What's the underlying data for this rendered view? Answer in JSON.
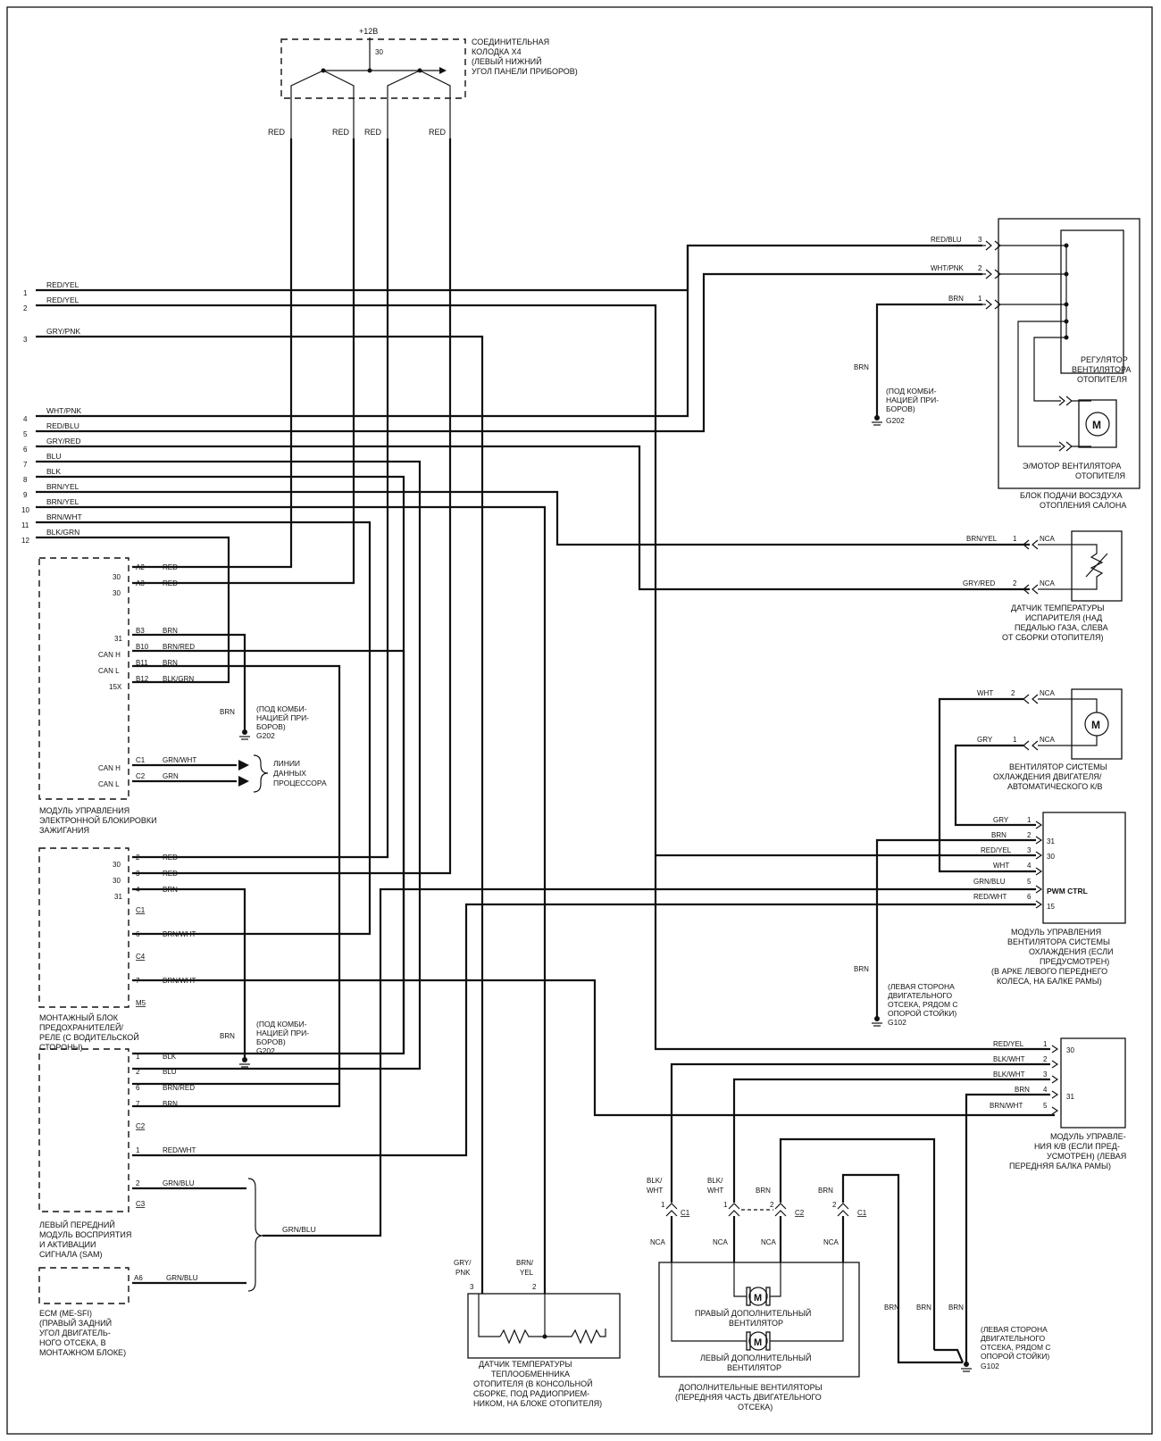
{
  "voltage": "+12B",
  "terminal_30": "30",
  "x4_connector": [
    "СОЕДИНИТЕЛЬНАЯ",
    "КОЛОДКА X4",
    "(ЛЕВЫЙ НИЖНИЙ",
    "УГОЛ ПАНЕЛИ ПРИБОРОВ)"
  ],
  "red": "RED",
  "left_wires": [
    {
      "num": "1",
      "color": "RED/YEL"
    },
    {
      "num": "2",
      "color": "RED/YEL"
    },
    {
      "num": "3",
      "color": "GRY/PNK"
    },
    {
      "num": "4",
      "color": "WHT/PNK"
    },
    {
      "num": "5",
      "color": "RED/BLU"
    },
    {
      "num": "6",
      "color": "GRY/RED"
    },
    {
      "num": "7",
      "color": "BLU"
    },
    {
      "num": "8",
      "color": "BLK"
    },
    {
      "num": "9",
      "color": "BRN/YEL"
    },
    {
      "num": "10",
      "color": "BRN/YEL"
    },
    {
      "num": "11",
      "color": "BRN/WHT"
    },
    {
      "num": "12",
      "color": "BLK/GRN"
    }
  ],
  "ign_module": {
    "pins": [
      {
        "term": "30",
        "pin": "A2",
        "wire": "RED"
      },
      {
        "term": "30",
        "pin": "A3",
        "wire": "RED"
      },
      {
        "term": "31",
        "pin": "B3",
        "wire": "BRN"
      },
      {
        "term": "CAN H",
        "pin": "B10",
        "wire": "BRN/RED"
      },
      {
        "term": "CAN L",
        "pin": "B11",
        "wire": "BRN"
      },
      {
        "term": "15X",
        "pin": "B12",
        "wire": "BLK/GRN"
      }
    ],
    "can_pins": [
      {
        "term": "CAN H",
        "pin": "C1",
        "wire": "GRN/WHT"
      },
      {
        "term": "CAN L",
        "pin": "C2",
        "wire": "GRN"
      }
    ],
    "data_lines": [
      "ЛИНИИ",
      "ДАННЫХ",
      "ПРОЦЕССОРА"
    ],
    "label": [
      "МОДУЛЬ УПРАВЛЕНИЯ",
      "ЭЛЕКТРОННОЙ БЛОКИРОВКИ",
      "ЗАЖИГАНИЯ"
    ]
  },
  "ground_g202": {
    "wire": "BRN",
    "lines": [
      "(ПОД КОМБИ-",
      "НАЦИЕЙ ПРИ-",
      "БОРОВ)",
      "G202"
    ]
  },
  "fuse_box": {
    "pins": [
      {
        "term": "30",
        "pin": "2",
        "wire": "RED"
      },
      {
        "term": "30",
        "pin": "3",
        "wire": "RED"
      },
      {
        "term": "31",
        "pin": "4",
        "wire": "BRN"
      },
      {
        "term": "",
        "pin": "6",
        "wire": "BRN/WHT"
      },
      {
        "term": "",
        "pin": "7",
        "wire": "BRN/WHT"
      }
    ],
    "connectors": [
      "C1",
      "C4",
      "M5"
    ],
    "label": [
      "МОНТАЖНЫЙ БЛОК",
      "ПРЕДОХРАНИТЕЛЕЙ/",
      "РЕЛЕ (С ВОДИТЕЛЬСКОЙ",
      "СТОРОНЫ)"
    ]
  },
  "sam": {
    "pins": [
      {
        "pin": "1",
        "wire": "BLK"
      },
      {
        "pin": "2",
        "wire": "BLU"
      },
      {
        "pin": "6",
        "wire": "BRN/RED"
      },
      {
        "pin": "7",
        "wire": "BRN"
      },
      {
        "pin": "1",
        "wire": "RED/WHT"
      },
      {
        "pin": "2",
        "wire": "GRN/BLU"
      }
    ],
    "connectors": [
      "C2",
      "C3"
    ],
    "label": [
      "ЛЕВЫЙ ПЕРЕДНИЙ",
      "МОДУЛЬ ВОСПРИЯТИЯ",
      "И АКТИВАЦИИ",
      "СИГНАЛА (SAM)"
    ]
  },
  "grn_blu": "GRN/BLU",
  "ecm": {
    "pin": "A6",
    "wire": "GRN/BLU",
    "label": [
      "ECM (ME-SFI)",
      "(ПРАВЫЙ ЗАДНИЙ",
      "УГОЛ ДВИГАТЕЛЬ-",
      "НОГО ОТСЕКА, В",
      "МОНТАЖНОМ БЛОКЕ)"
    ]
  },
  "heater_temp_sensor": {
    "wires": [
      {
        "top": "GRY/",
        "bottom": "PNK",
        "pin": "3"
      },
      {
        "top": "BRN/",
        "bottom": "YEL",
        "pin": "2"
      }
    ],
    "label": [
      "ДАТЧИК ТЕМПЕРАТУРЫ",
      "ТЕПЛООБМЕННИКА",
      "ОТОПИТЕЛЯ (В КОНСОЛЬНОЙ",
      "СБОРКЕ, ПОД РАДИОПРИЕМ-",
      "НИКОМ, НА БЛОКЕ ОТОПИТЕЛЯ)"
    ]
  },
  "blower": {
    "pins": [
      {
        "wire": "RED/BLU",
        "pin": "3"
      },
      {
        "wire": "WHT/PNK",
        "pin": "2"
      },
      {
        "wire": "BRN",
        "pin": "1"
      }
    ],
    "regulator": [
      "РЕГУЛЯТОР",
      "ВЕНТИЛЯТОРА",
      "ОТОПИТЕЛЯ"
    ],
    "motor": [
      "Э/МОТОР ВЕНТИЛЯТОРА",
      "ОТОПИТЕЛЯ"
    ],
    "label": [
      "БЛОК ПОДАЧИ ВОСЗДУХА",
      "ОТОПЛЕНИЯ САЛОНА"
    ]
  },
  "evap_sensor": {
    "pins": [
      {
        "wire": "BRN/YEL",
        "pin": "1",
        "nca": "NCA"
      },
      {
        "wire": "GRY/RED",
        "pin": "2",
        "nca": "NCA"
      }
    ],
    "label": [
      "ДАТЧИК ТЕМПЕРАТУРЫ",
      "ИСПАРИТЕЛЯ (НАД",
      "ПЕДАЛЬЮ ГАЗА, СЛЕВА",
      "ОТ СБОРКИ ОТОПИТЕЛЯ)"
    ]
  },
  "cooling_fan": {
    "pins": [
      {
        "wire": "WHT",
        "pin": "2",
        "nca": "NCA"
      },
      {
        "wire": "GRY",
        "pin": "1",
        "nca": "NCA"
      }
    ],
    "label": [
      "ВЕНТИЛЯТОР СИСТЕМЫ",
      "ОХЛАЖДЕНИЯ ДВИГАТЕЛЯ/",
      "АВТОМАТИЧЕСКОГО К/В"
    ]
  },
  "pwm_module": {
    "pins": [
      {
        "wire": "GRY",
        "pin": "1",
        "term": ""
      },
      {
        "wire": "BRN",
        "pin": "2",
        "term": "31"
      },
      {
        "wire": "RED/YEL",
        "pin": "3",
        "term": "30"
      },
      {
        "wire": "WHT",
        "pin": "4",
        "term": ""
      },
      {
        "wire": "GRN/BLU",
        "pin": "5",
        "term": "PWM CTRL"
      },
      {
        "wire": "RED/WHT",
        "pin": "6",
        "term": "15"
      }
    ],
    "label": [
      "МОДУЛЬ УПРАВЛЕНИЯ",
      "ВЕНТИЛЯТОРА СИСТЕМЫ",
      "ОХЛАЖДЕНИЯ (ЕСЛИ",
      "ПРЕДУСМОТРЕН)",
      "(В АРКЕ ЛЕВОГО ПЕРЕДНЕГО",
      "КОЛЕСА, НА БАЛКЕ РАМЫ)"
    ]
  },
  "ground_g102": {
    "wire": "BRN",
    "lines": [
      "(ЛЕВАЯ СТОРОНА",
      "ДВИГАТЕЛЬНОГО",
      "ОТСЕКА, РЯДОМ С",
      "ОПОРОЙ СТОЙКИ)",
      "G102"
    ]
  },
  "ac_module": {
    "pins": [
      {
        "wire": "RED/YEL",
        "pin": "1",
        "term": "30"
      },
      {
        "wire": "BLK/WHT",
        "pin": "2",
        "term": ""
      },
      {
        "wire": "BLK/WHT",
        "pin": "3",
        "term": ""
      },
      {
        "wire": "BRN",
        "pin": "4",
        "term": "31"
      },
      {
        "wire": "BRN/WHT",
        "pin": "5",
        "term": ""
      }
    ],
    "label": [
      "МОДУЛЬ УПРАВЛЕ-",
      "НИЯ К/В (ЕСЛИ ПРЕД-",
      "УСМОТРЕН) (ЛЕВАЯ",
      "ПЕРЕДНЯЯ БАЛКА РАМЫ)"
    ]
  },
  "aux_fans": {
    "wires": [
      {
        "top": "BLK/",
        "bottom": "WHT",
        "pin": "1",
        "conn": "C1",
        "nca": "NCA"
      },
      {
        "top": "BLK/",
        "bottom": "WHT",
        "pin": "1",
        "conn": "",
        "nca": "NCA"
      },
      {
        "top": "BRN",
        "bottom": "",
        "pin": "2",
        "conn": "C2",
        "nca": "NCA"
      },
      {
        "top": "BRN",
        "bottom": "",
        "pin": "2",
        "conn": "C1",
        "nca": "NCA"
      }
    ],
    "right_fan": [
      "ПРАВЫЙ ДОПОЛНИТЕЛЬНЫЙ",
      "ВЕНТИЛЯТОР"
    ],
    "left_fan": [
      "ЛЕВЫЙ ДОПОЛНИТЕЛЬНЫЙ",
      "ВЕНТИЛЯТОР"
    ],
    "label": [
      "ДОПОЛНИТЕЛЬНЫЕ ВЕНТИЛЯТОРЫ",
      "(ПЕРЕДНЯЯ ЧАСТЬ ДВИГАТЕЛЬНОГО",
      "ОТСЕКА)"
    ],
    "ground_wires": [
      "BRN",
      "BRN",
      "BRN"
    ],
    "ground_lines": [
      "(ЛЕВАЯ СТОРОНА",
      "ДВИГАТЕЛЬНОГО",
      "ОТСЕКА, РЯДОМ С",
      "ОПОРОЙ СТОЙКИ)",
      "G102"
    ]
  },
  "motor_symbol": "M"
}
